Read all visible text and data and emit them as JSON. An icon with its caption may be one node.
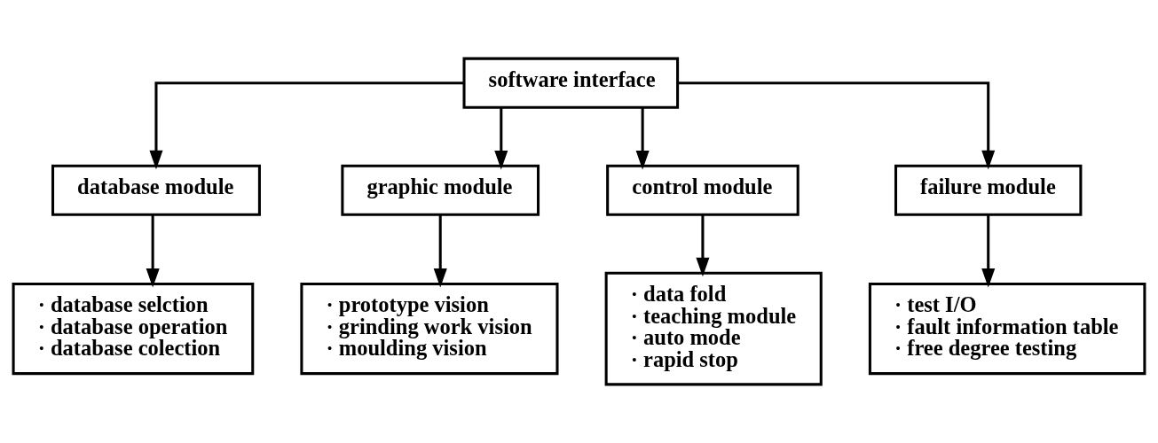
{
  "diagram": {
    "nodes": [
      {
        "text": [
          "software interface"
        ]
      },
      {
        "text": [
          "database module"
        ]
      },
      {
        "text": [
          "graphic module"
        ]
      },
      {
        "text": [
          "control module"
        ]
      },
      {
        "text": [
          "failure module"
        ]
      },
      {
        "text": [
          "· database selction",
          "· database operation",
          "· database colection"
        ]
      },
      {
        "text": [
          "· prototype vision",
          "· grinding work vision",
          "· moulding vision"
        ]
      },
      {
        "text": [
          "· data fold",
          "· teaching module",
          "· auto mode",
          "· rapid stop"
        ]
      },
      {
        "text": [
          "· test I/O",
          "· fault information table",
          "· free degree testing"
        ]
      }
    ],
    "edges": [
      {
        "from": 0,
        "to": 1,
        "arrow": "to"
      },
      {
        "from": 0,
        "to": 2,
        "arrow": "to"
      },
      {
        "from": 0,
        "to": 3,
        "arrow": "to"
      },
      {
        "from": 0,
        "to": 4,
        "arrow": "to"
      },
      {
        "from": 1,
        "to": 5,
        "arrow": "to"
      },
      {
        "from": 2,
        "to": 6,
        "arrow": "to"
      },
      {
        "from": 3,
        "to": 7,
        "arrow": "to"
      },
      {
        "from": 4,
        "to": 8,
        "arrow": "to"
      }
    ]
  }
}
